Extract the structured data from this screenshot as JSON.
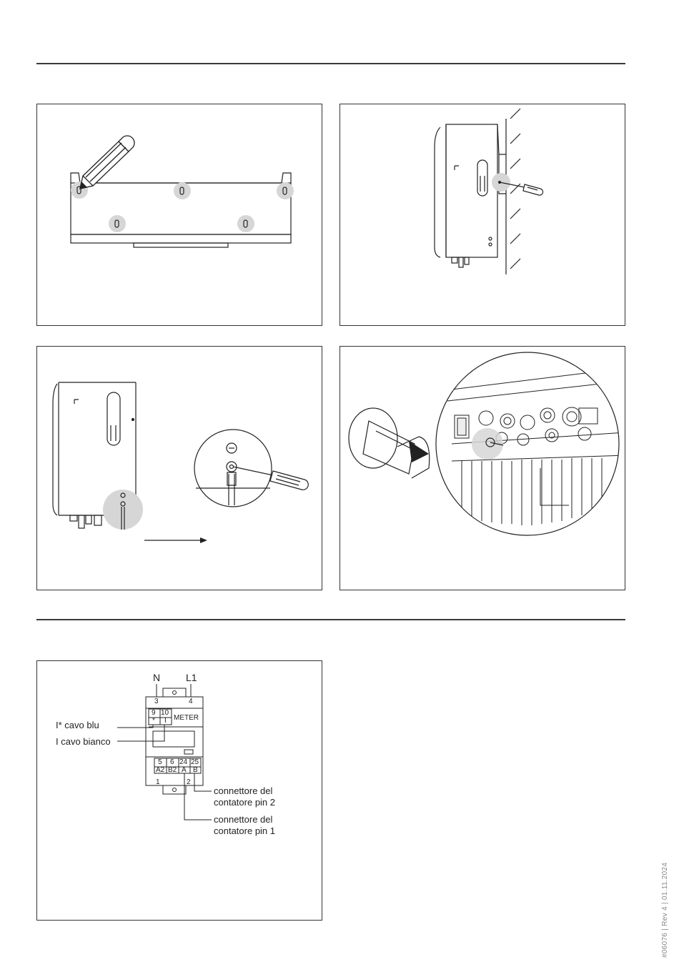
{
  "meter_diagram": {
    "terminal_n": "N",
    "terminal_l1": "L1",
    "pin_3": "3",
    "pin_4": "4",
    "pin_9": "9",
    "pin_10": "10",
    "pin_9_sub": "*",
    "pin_10_sub": "I",
    "meter_label": "METER",
    "pin_5": "5",
    "pin_6": "6",
    "pin_24": "24",
    "pin_25": "25",
    "sub_a2": "A2",
    "sub_b2": "B2",
    "sub_a": "A",
    "sub_b": "B",
    "pin_1": "1",
    "pin_2": "2",
    "cable_blue": "I* cavo blu",
    "cable_white": "I cavo bianco",
    "connector_pin2_line1": "connettore del",
    "connector_pin2_line2": "contatore pin 2",
    "connector_pin1_line1": "connettore del",
    "connector_pin1_line2": "contatore pin 1"
  },
  "footer": {
    "doc_code": "#06076 | Rev 4 | 01.11.2024"
  }
}
